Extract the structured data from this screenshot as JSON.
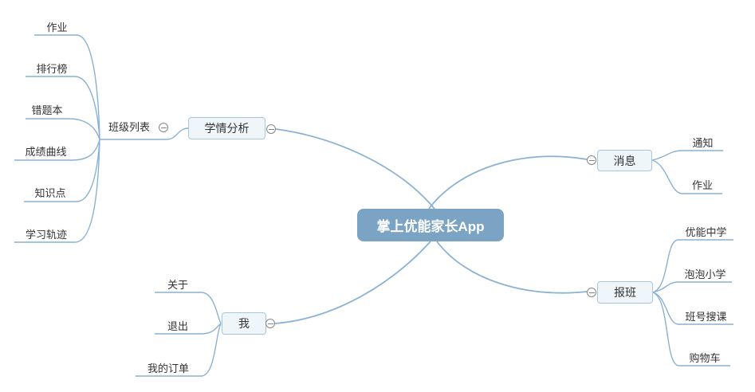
{
  "colors": {
    "background": "#ffffff",
    "connection_line": "#8ab1d3",
    "root_fill": "#7ba4c4",
    "root_text": "#ffffff",
    "branch_fill": "#eff6fa",
    "branch_border": "#a6c6de",
    "node_text": "#333333",
    "expander_gray": "#858585"
  },
  "icons": {
    "expander": "minus-circle"
  },
  "root": {
    "label": "掌上优能家长App"
  },
  "branches": {
    "learning_analysis": {
      "label": "学情分析",
      "child": {
        "label": "班级列表",
        "children": [
          "作业",
          "排行榜",
          "错题本",
          "成绩曲线",
          "知识点",
          "学习轨迹"
        ]
      }
    },
    "messages": {
      "label": "消息",
      "children": [
        "通知",
        "作业"
      ]
    },
    "enrollment": {
      "label": "报班",
      "children": [
        "优能中学",
        "泡泡小学",
        "班号搜课",
        "购物车"
      ]
    },
    "me": {
      "label": "我",
      "children": [
        "关于",
        "退出",
        "我的订单"
      ]
    }
  }
}
